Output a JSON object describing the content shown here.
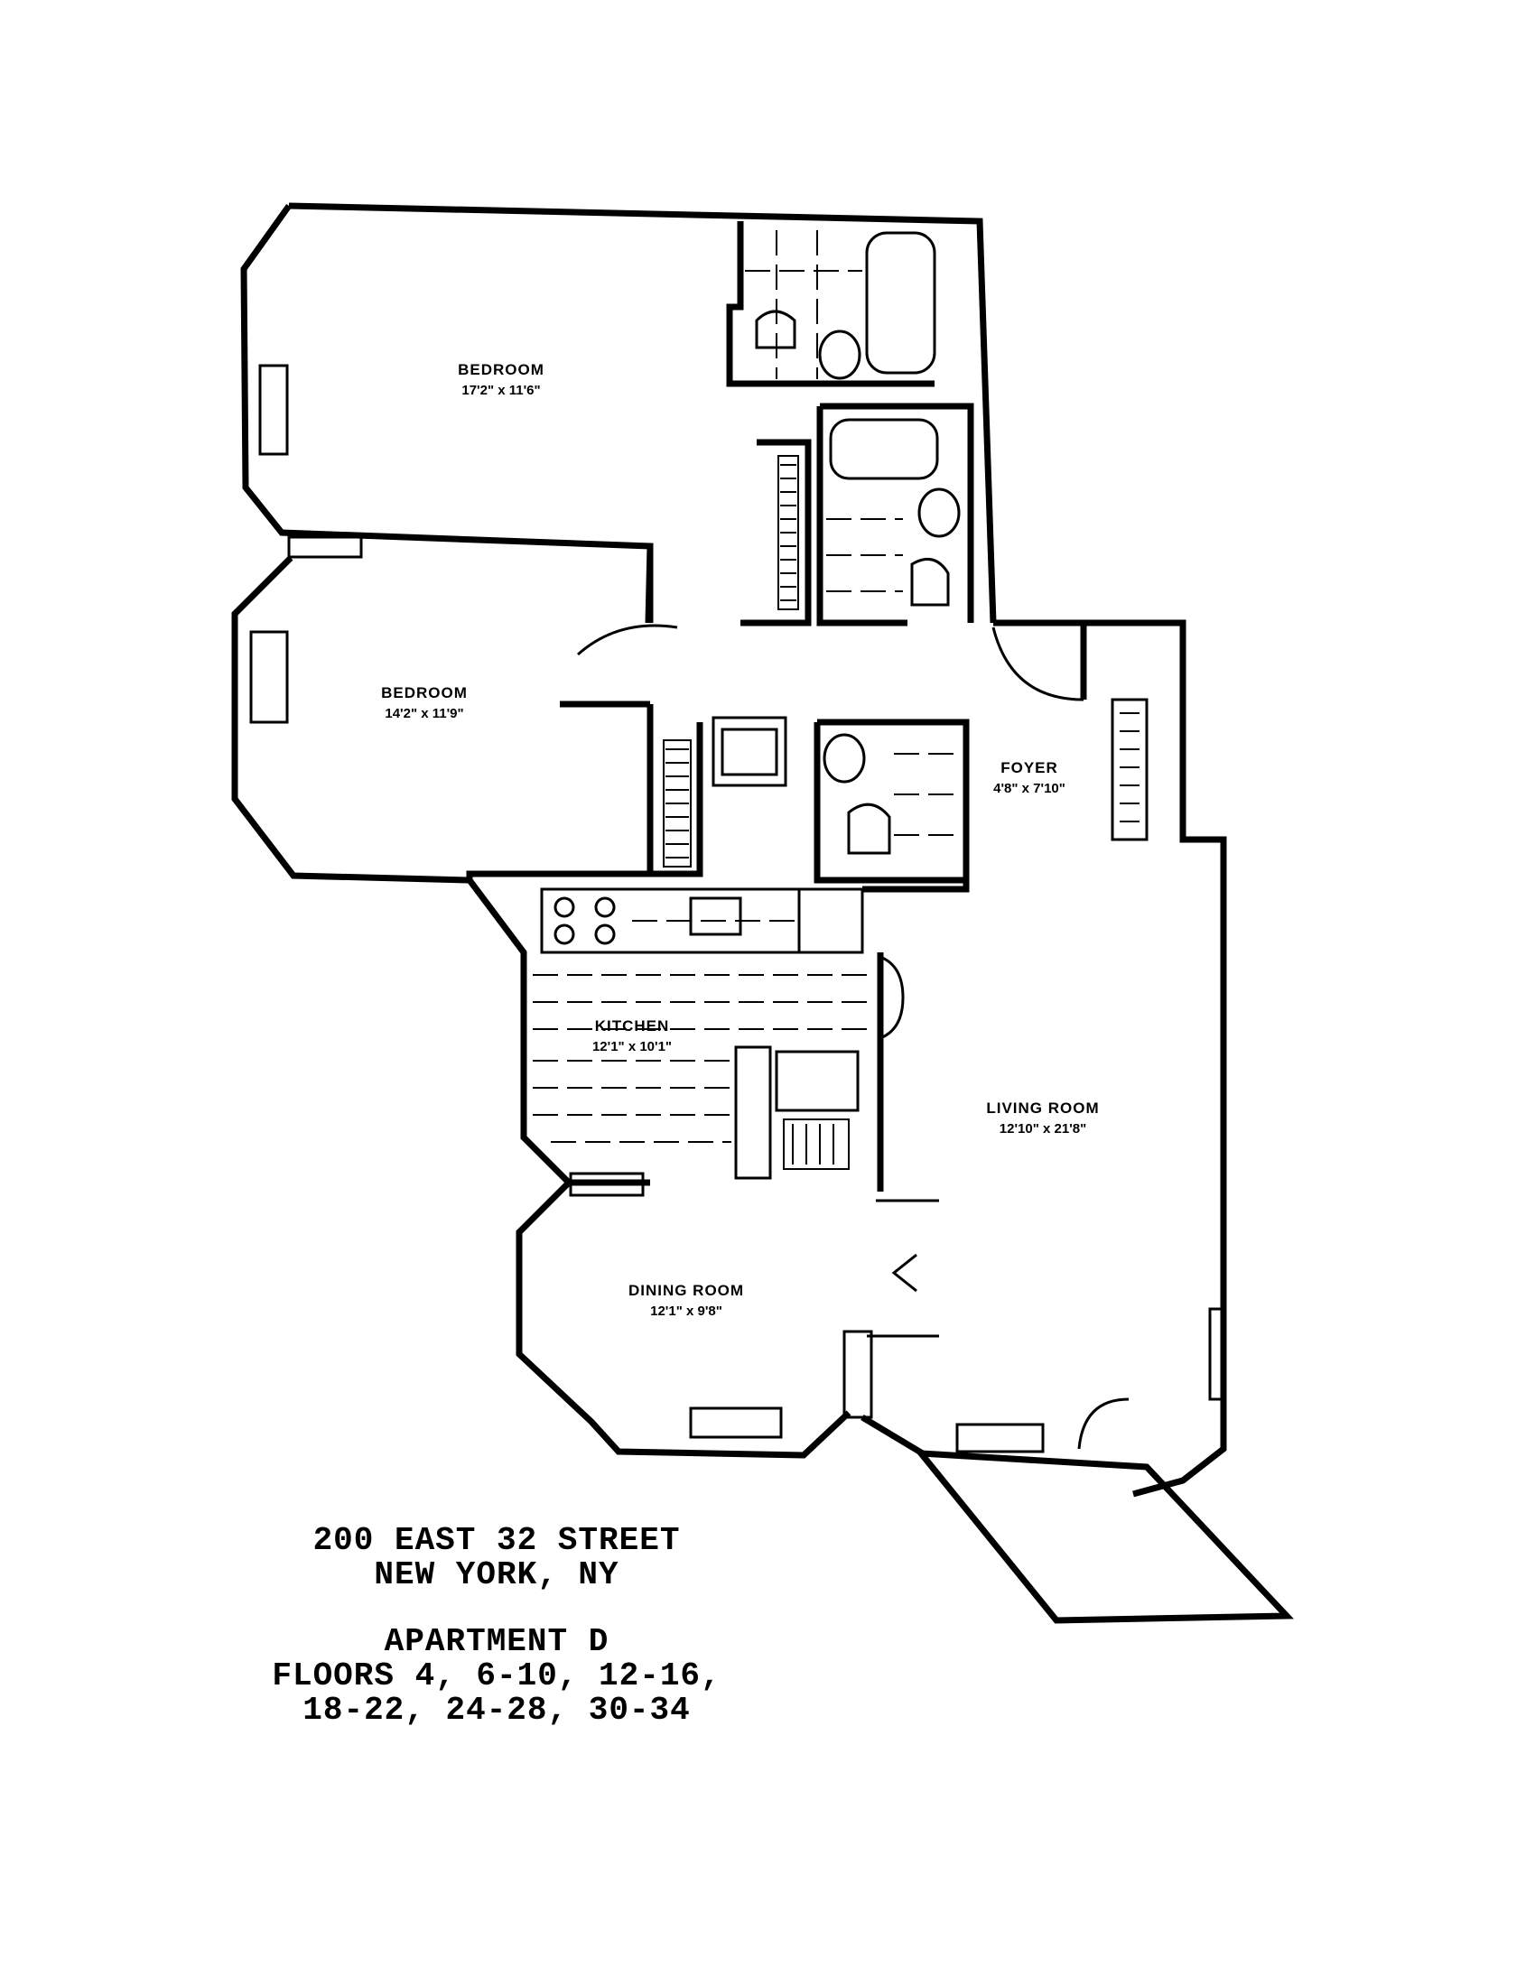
{
  "rooms": {
    "bedroom_master": {
      "name": "BEDROOM",
      "dims": "17'2\" x 11'6\""
    },
    "bedroom_second": {
      "name": "BEDROOM",
      "dims": "14'2\" x 11'9\""
    },
    "foyer": {
      "name": "FOYER",
      "dims": "4'8\" x 7'10\""
    },
    "kitchen": {
      "name": "KITCHEN",
      "dims": "12'1\" x 10'1\""
    },
    "living_room": {
      "name": "LIVING ROOM",
      "dims": "12'10\" x 21'8\""
    },
    "dining_room": {
      "name": "DINING ROOM",
      "dims": "12'1\" x 9'8\""
    }
  },
  "caption": {
    "address_line1": "200 EAST 32 STREET",
    "address_line2": "NEW YORK, NY",
    "apartment": "APARTMENT D",
    "floors_line1": "FLOORS 4, 6-10, 12-16,",
    "floors_line2": "18-22, 24-28, 30-34"
  }
}
